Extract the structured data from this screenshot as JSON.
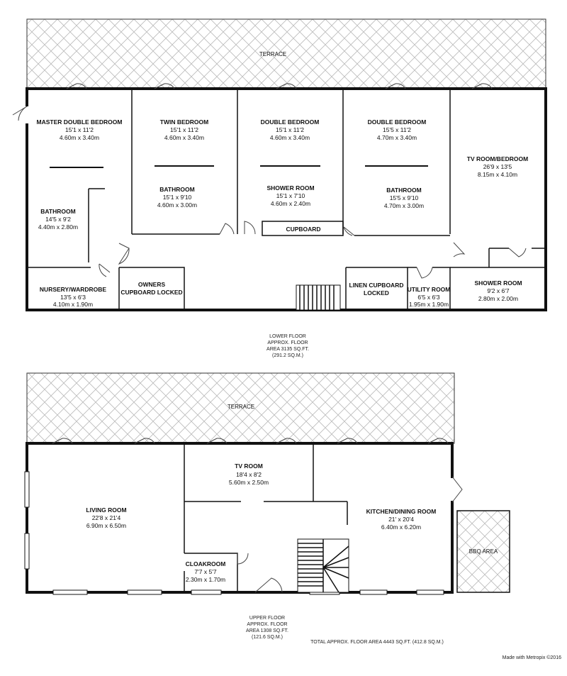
{
  "lower_floor": {
    "terrace": "TERRACE",
    "rooms": [
      {
        "name": "MASTER DOUBLE BEDROOM",
        "imperial": "15'1 x 11'2",
        "metric": "4.60m x 3.40m"
      },
      {
        "name": "TWIN BEDROOM",
        "imperial": "15'1 x 11'2",
        "metric": "4.60m x 3.40m"
      },
      {
        "name": "DOUBLE BEDROOM",
        "imperial": "15'1 x 11'2",
        "metric": "4.60m x 3.40m"
      },
      {
        "name": "DOUBLE BEDROOM",
        "imperial": "15'5 x 11'2",
        "metric": "4.70m x 3.40m"
      },
      {
        "name": "TV ROOM/BEDROOM",
        "imperial": "26'9 x 13'5",
        "metric": "8.15m x 4.10m"
      },
      {
        "name": "BATHROOM",
        "imperial": "14'5 x 9'2",
        "metric": "4.40m x 2.80m"
      },
      {
        "name": "BATHROOM",
        "imperial": "15'1 x 9'10",
        "metric": "4.60m x 3.00m"
      },
      {
        "name": "SHOWER ROOM",
        "imperial": "15'1 x 7'10",
        "metric": "4.60m x 2.40m"
      },
      {
        "name": "BATHROOM",
        "imperial": "15'5 x 9'10",
        "metric": "4.70m x 3.00m"
      },
      {
        "name": "NURSERY/WARDROBE",
        "imperial": "13'5 x 6'3",
        "metric": "4.10m x 1.90m"
      },
      {
        "name": "UTILITY ROOM",
        "imperial": "6'5 x 6'3",
        "metric": "1.95m x 1.90m"
      },
      {
        "name": "SHOWER ROOM",
        "imperial": "9'2 x 6'7",
        "metric": "2.80m x 2.00m"
      }
    ],
    "labels": {
      "cupboard": "CUPBOARD",
      "owners_1": "OWNERS",
      "owners_2": "CUPBOARD LOCKED",
      "linen_1": "LINEN CUPBOARD",
      "linen_2": "LOCKED"
    },
    "caption": [
      "LOWER  FLOOR",
      "APPROX. FLOOR",
      "AREA 3135 SQ.FT.",
      "(291.2 SQ.M.)"
    ]
  },
  "upper_floor": {
    "terrace": "TERRACE",
    "rooms": [
      {
        "name": "TV ROOM",
        "imperial": "18'4 x 8'2",
        "metric": "5.60m x 2.50m"
      },
      {
        "name": "LIVING ROOM",
        "imperial": "22'8 x 21'4",
        "metric": "6.90m x 6.50m"
      },
      {
        "name": "KITCHEN/DINING ROOM",
        "imperial": "21' x 20'4",
        "metric": "6.40m x 6.20m"
      },
      {
        "name": "CLOAKROOM",
        "imperial": "7'7 x 5'7",
        "metric": "2.30m x 1.70m"
      }
    ],
    "bbq": "BBQ AREA",
    "caption": [
      "UPPER FLOOR",
      "APPROX. FLOOR",
      "AREA 1308 SQ.FT.",
      "(121.6 SQ.M.)"
    ]
  },
  "total_area": "TOTAL APPROX. FLOOR AREA 4443 SQ.FT. (412.8 SQ.M.)",
  "credit": "Made with Metropix ©2016"
}
